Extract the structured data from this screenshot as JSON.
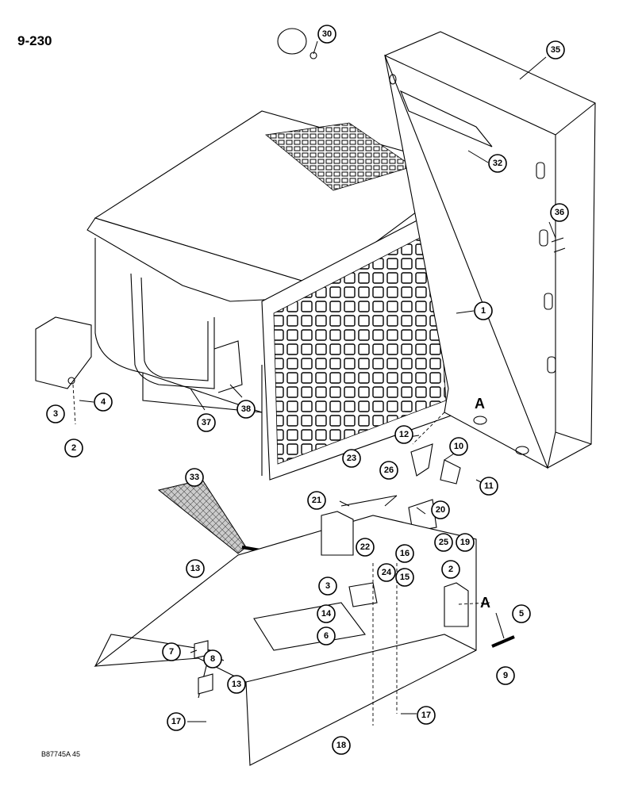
{
  "page_number": "9-230",
  "drawing_code": "B87745A 45",
  "view_marker": "A",
  "callouts": [
    "30",
    "35",
    "32",
    "36",
    "1",
    "4",
    "3",
    "2",
    "37",
    "38",
    "12",
    "10",
    "23",
    "26",
    "11",
    "33",
    "21",
    "20",
    "22",
    "16",
    "25",
    "19",
    "24",
    "15",
    "13",
    "2",
    "3",
    "14",
    "5",
    "6",
    "7",
    "8",
    "13",
    "9",
    "17",
    "17",
    "18"
  ]
}
